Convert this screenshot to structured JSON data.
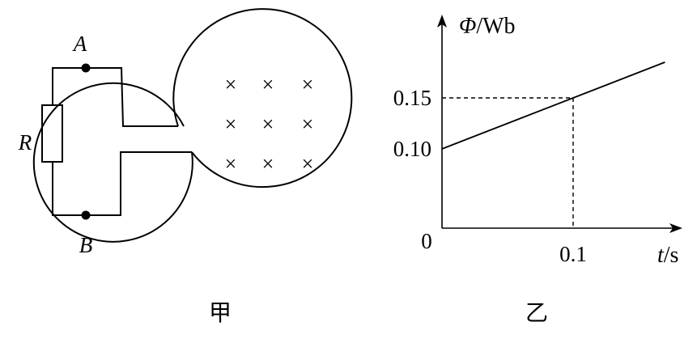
{
  "circuit": {
    "label_a": "A",
    "label_b": "B",
    "label_r": "R",
    "field_symbol": "×",
    "caption": "甲"
  },
  "chart_data": {
    "type": "line",
    "ylabel_symbol": "Φ",
    "ylabel_unit": "/Wb",
    "xlabel_symbol": "t",
    "xlabel_unit": "/s",
    "origin_label": "0",
    "y_ticks": [
      "0.15",
      "0.10"
    ],
    "x_ticks": [
      "0.1"
    ],
    "series": [
      {
        "x": [
          0,
          0.1,
          0.17
        ],
        "y": [
          0.1,
          0.15,
          0.185
        ]
      }
    ],
    "caption": "乙"
  }
}
